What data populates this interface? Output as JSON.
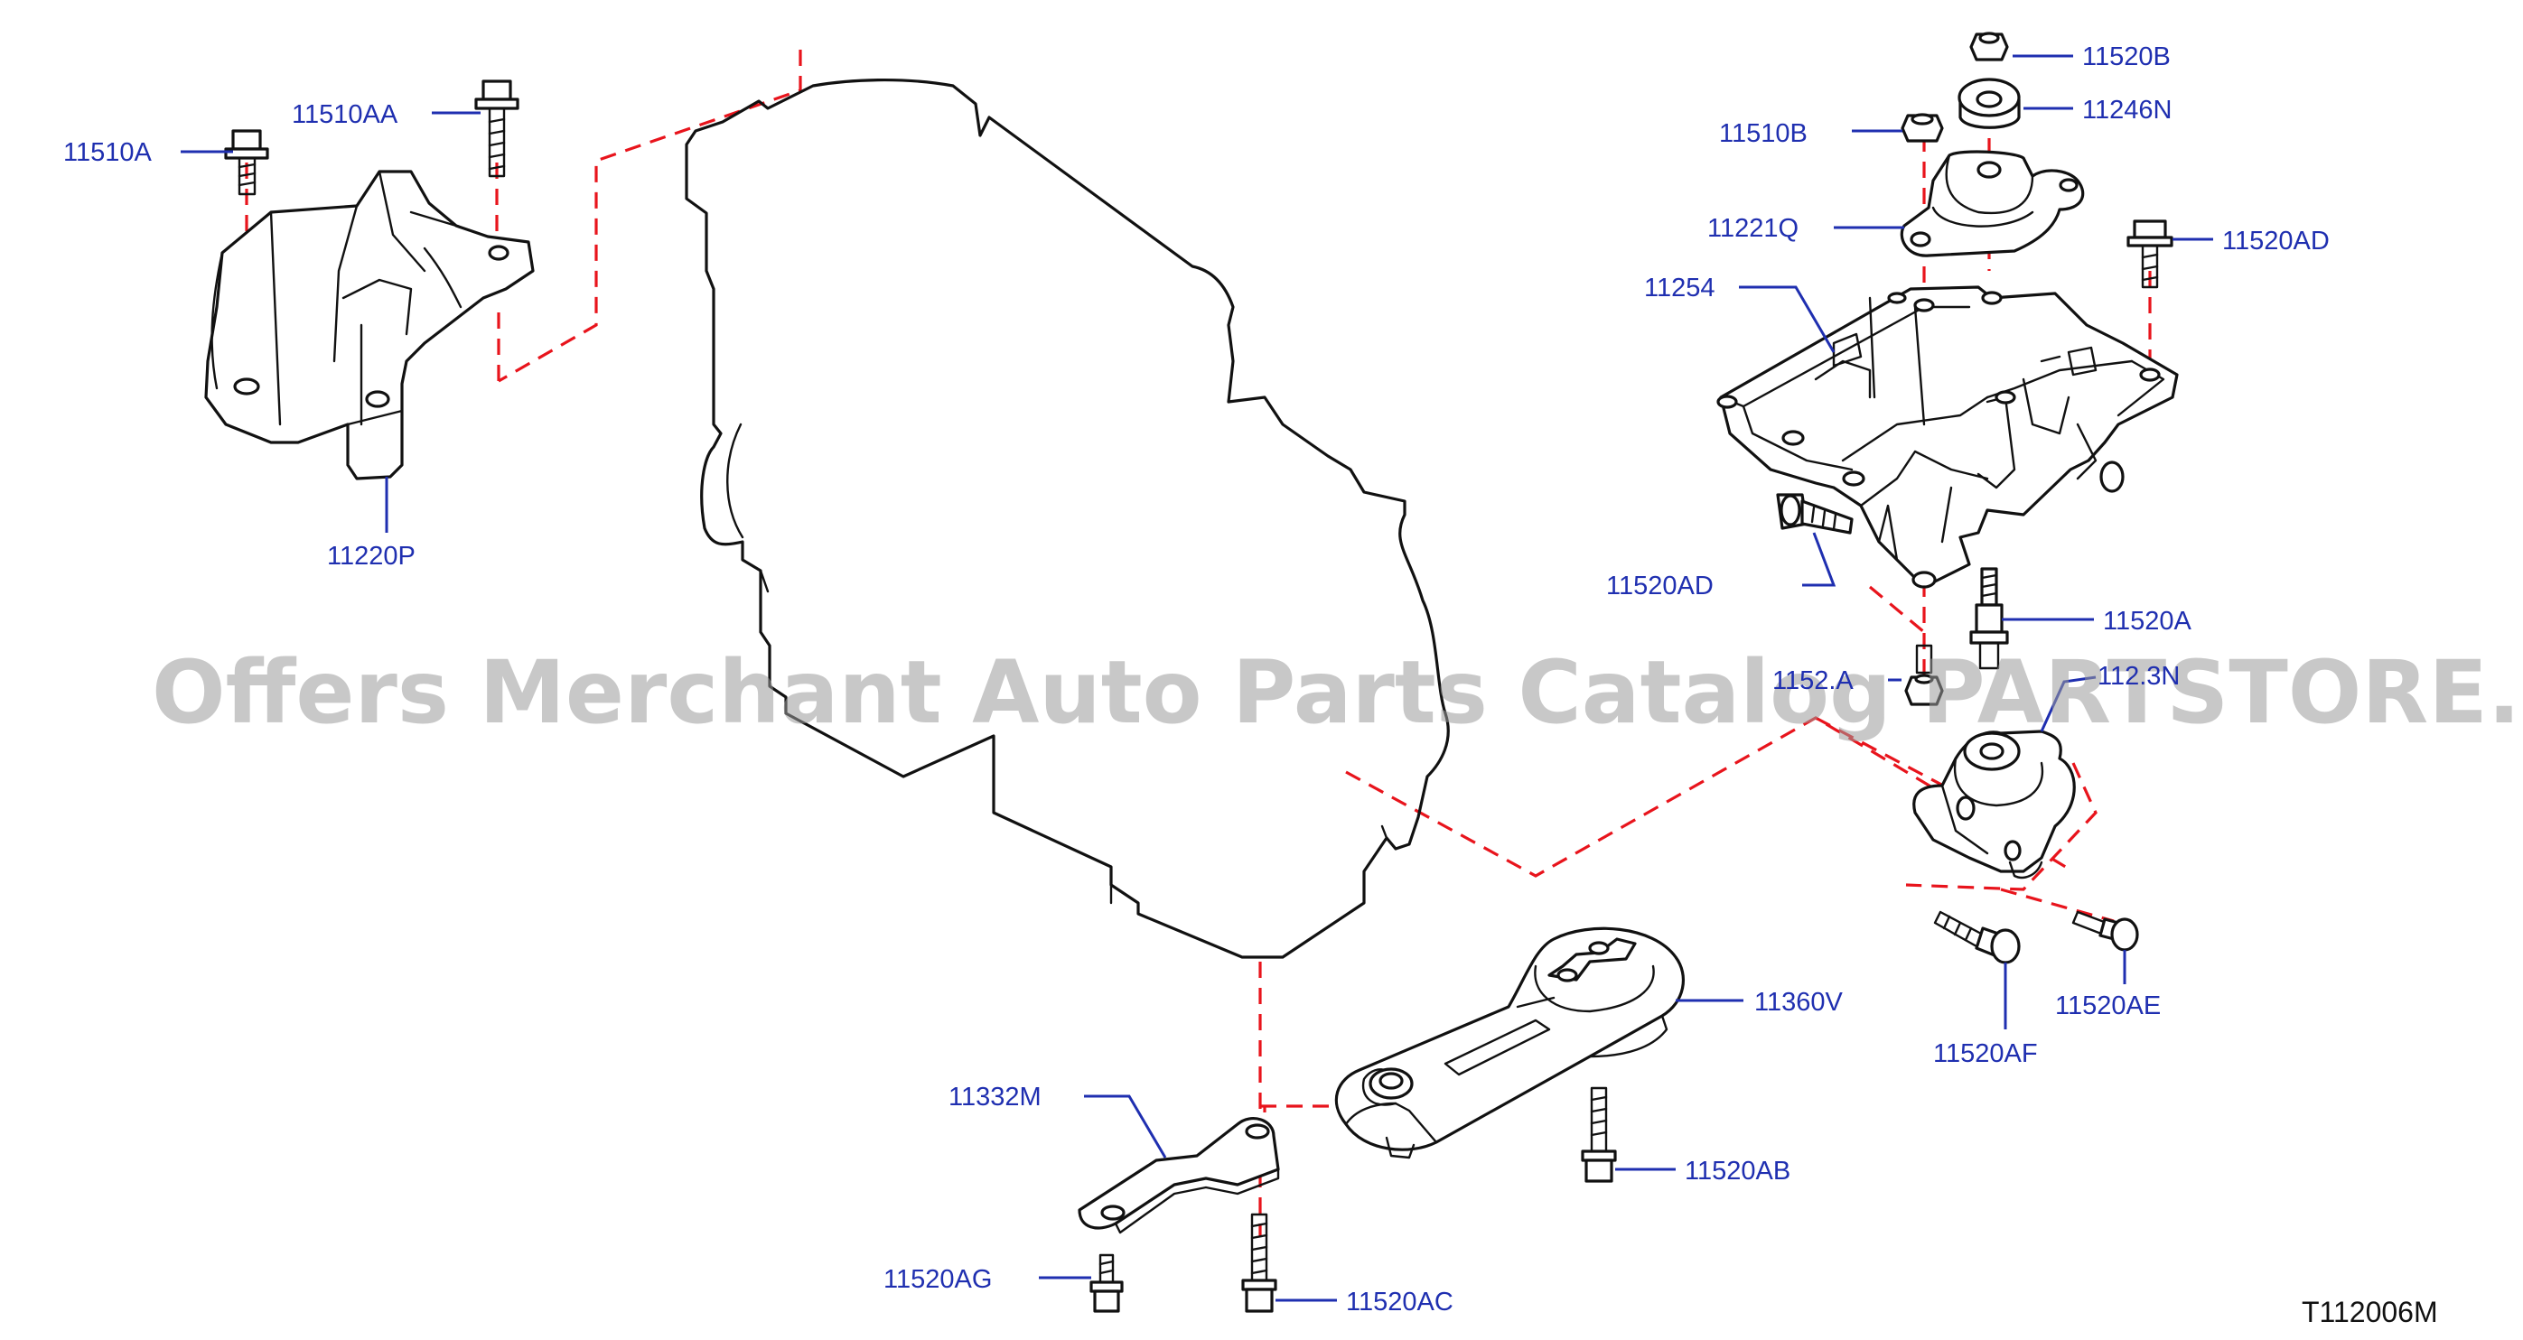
{
  "diagram": {
    "code": "T112006M",
    "watermark": "Offers Merchant Auto Parts Catalog PARTSTORE.SA",
    "colors": {
      "labels": "#1f2fb0",
      "leaders": "#1f2fb0",
      "dashes": "#e8141c",
      "lines": "#111111"
    },
    "labels": {
      "p11510A": "11510A",
      "p11510AA": "11510AA",
      "p11220P": "11220P",
      "p11520B": "11520B",
      "p11246N": "11246N",
      "p11510B": "11510B",
      "p11221Q": "11221Q",
      "p11520AD_top": "11520AD",
      "p11254": "11254",
      "p11520AD_mid": "11520AD",
      "p11520A": "11520A",
      "p1152xA": "1152.A",
      "p112x3N": "112.3N",
      "p11520AF": "11520AF",
      "p11520AE": "11520AE",
      "p11360V": "11360V",
      "p11332M": "11332M",
      "p11520AB": "11520AB",
      "p11520AG": "11520AG",
      "p11520AC": "11520AC"
    }
  }
}
